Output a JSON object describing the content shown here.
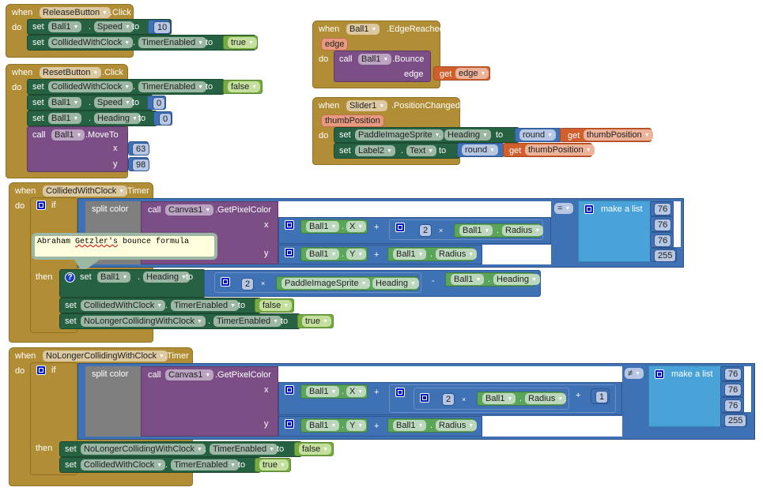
{
  "release": {
    "when": "when",
    "component": "ReleaseButton",
    "event": ".Click",
    "do": "do",
    "s1": {
      "set": "set",
      "comp": "Ball1",
      "prop": "Speed",
      "to": "to",
      "value": "10"
    },
    "s2": {
      "set": "set",
      "comp": "CollidedWithClock",
      "prop": "TimerEnabled",
      "to": "to",
      "value": "true"
    }
  },
  "reset": {
    "when": "when",
    "component": "ResetButton",
    "event": ".Click",
    "do": "do",
    "s1": {
      "set": "set",
      "comp": "CollidedWithClock",
      "prop": "TimerEnabled",
      "to": "to",
      "value": "false"
    },
    "s2": {
      "set": "set",
      "comp": "Ball1",
      "prop": "Speed",
      "to": "to",
      "value": "0"
    },
    "s3": {
      "set": "set",
      "comp": "Ball1",
      "prop": "Heading",
      "to": "to",
      "value": "0"
    },
    "call": {
      "call": "call",
      "comp": "Ball1",
      "method": ".MoveTo",
      "x": "x",
      "xval": "63",
      "y": "y",
      "yval": "98"
    }
  },
  "edge": {
    "when": "when",
    "component": "Ball1",
    "event": ".EdgeReached",
    "param": "edge",
    "do": "do",
    "call": {
      "call": "call",
      "comp": "Ball1",
      "method": ".Bounce",
      "arg": "edge",
      "get": "get",
      "var": "edge"
    }
  },
  "slider": {
    "when": "when",
    "component": "Slider1",
    "event": ".PositionChanged",
    "param": "thumbPosition",
    "do": "do",
    "s1": {
      "set": "set",
      "comp": "PaddleImageSprite",
      "prop": "Heading",
      "to": "to",
      "round": "round",
      "get": "get",
      "var": "thumbPosition"
    },
    "s2": {
      "set": "set",
      "comp": "Label2",
      "prop": "Text",
      "to": "to",
      "round": "round",
      "get": "get",
      "var": "thumbPosition"
    }
  },
  "collided": {
    "when": "when",
    "component": "CollidedWithClock",
    "event": ".Timer",
    "do": "do",
    "if": "if",
    "then": "then",
    "split": "split color",
    "call": "call",
    "canvas": "Canvas1",
    "method": ".GetPixelColor",
    "x": "x",
    "y": "y",
    "plus": "+",
    "times": "×",
    "minus": "-",
    "eq": "=",
    "ball": "Ball1",
    "X": "X",
    "Y": "Y",
    "radius": "Radius",
    "two": "2",
    "makelist": "make a list",
    "list": [
      "76",
      "76",
      "76",
      "255"
    ],
    "comment": {
      "word1": "Abraham ",
      "word2": "Getzler's",
      "word3": " bounce formula"
    },
    "h": {
      "set": "set",
      "comp": "Ball1",
      "prop": "Heading",
      "to": "to",
      "paddle": "PaddleImageSprite",
      "pprop": "Heading",
      "bcomp": "Ball1",
      "bprop": "Heading"
    },
    "s2": {
      "set": "set",
      "comp": "CollidedWithClock",
      "prop": "TimerEnabled",
      "to": "to",
      "value": "false"
    },
    "s3": {
      "set": "set",
      "comp": "NoLongerCollidingWithClock",
      "prop": "TimerEnabled",
      "to": "to",
      "value": "true"
    }
  },
  "nolonger": {
    "when": "when",
    "component": "NoLongerCollidingWithClock",
    "event": ".Timer",
    "do": "do",
    "if": "if",
    "then": "then",
    "split": "split color",
    "call": "call",
    "canvas": "Canvas1",
    "method": ".GetPixelColor",
    "x": "x",
    "y": "y",
    "plus": "+",
    "times": "×",
    "neq": "≠",
    "ball": "Ball1",
    "X": "X",
    "Y": "Y",
    "radius": "Radius",
    "two": "2",
    "one": "1",
    "makelist": "make a list",
    "list": [
      "76",
      "76",
      "76",
      "255"
    ],
    "s1": {
      "set": "set",
      "comp": "NoLongerCollidingWithClock",
      "prop": "TimerEnabled",
      "to": "to",
      "value": "false"
    },
    "s2": {
      "set": "set",
      "comp": "CollidedWithClock",
      "prop": "TimerEnabled",
      "to": "to",
      "value": "true"
    }
  }
}
